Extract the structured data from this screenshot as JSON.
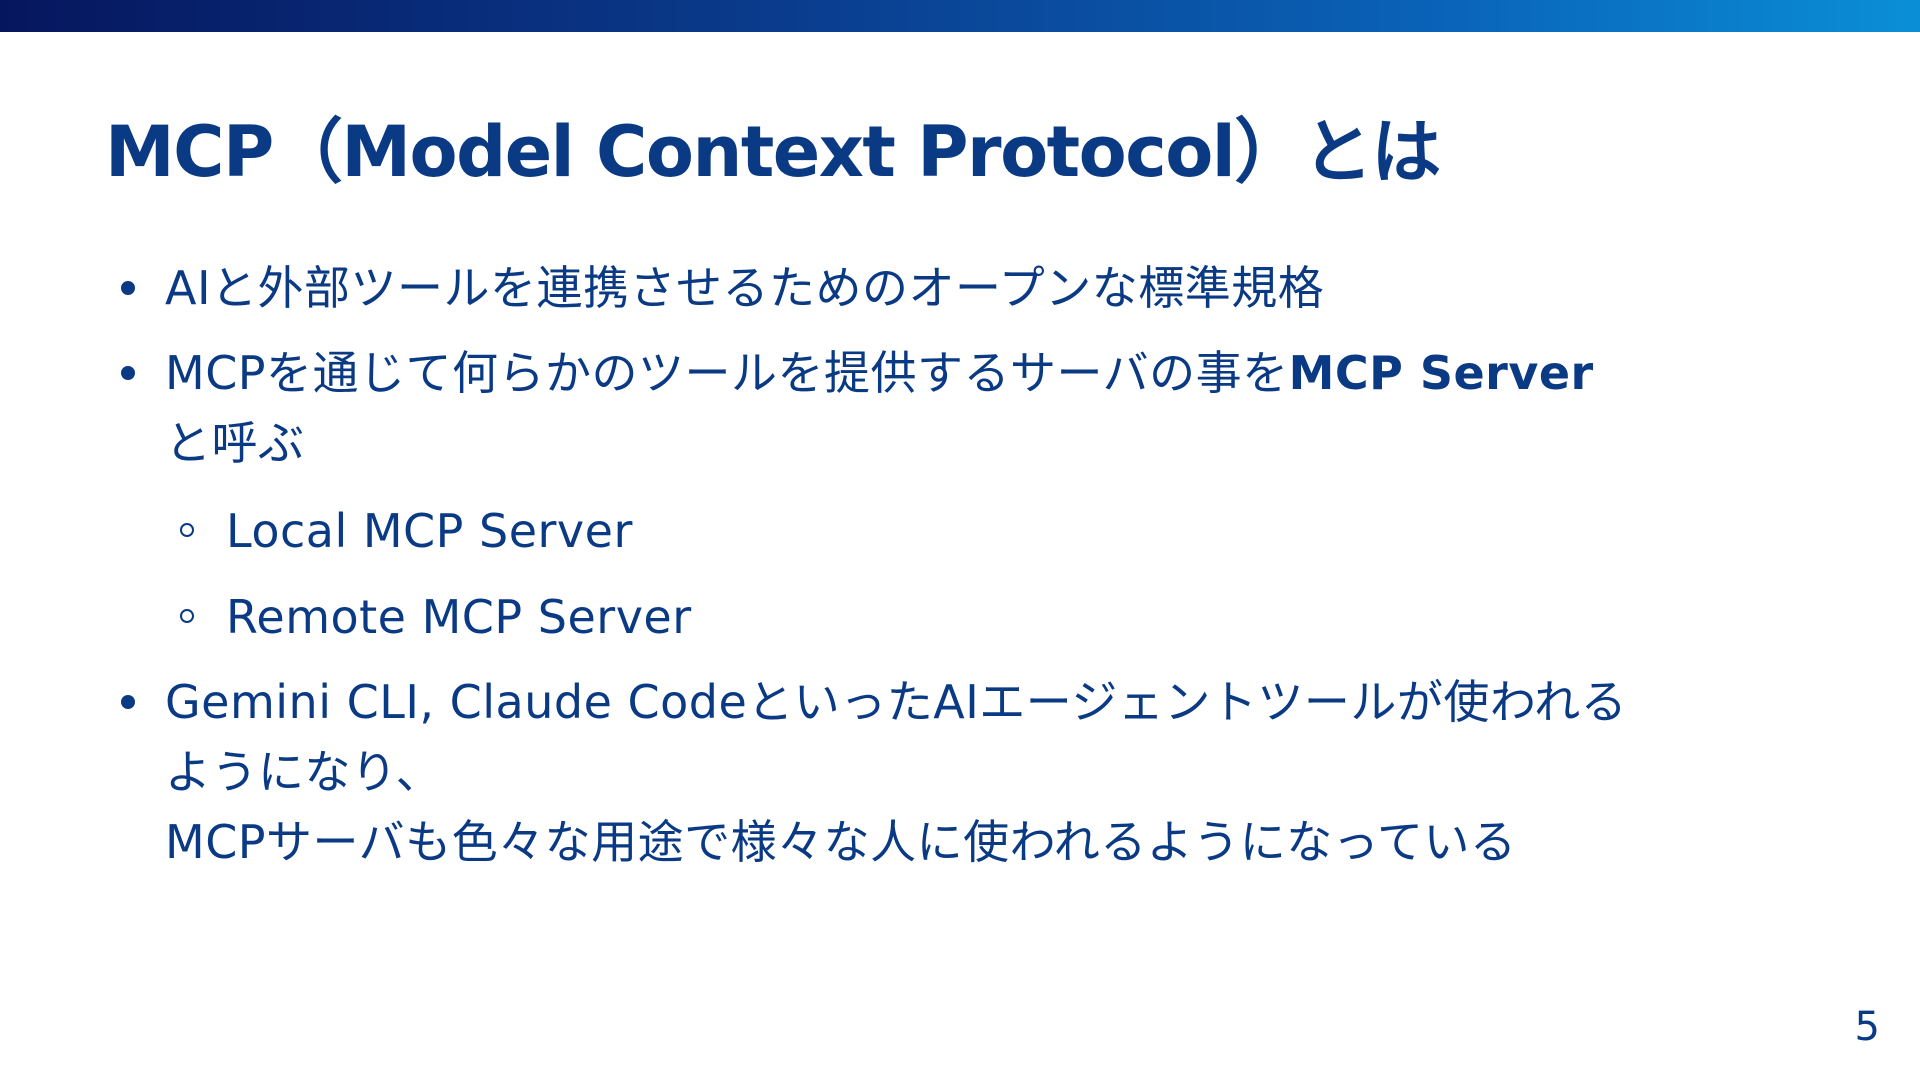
{
  "slide": {
    "title": "MCP（Model Context Protocol）とは",
    "bullets": [
      {
        "line1": "AIと外部ツールを連携させるためのオープンな標準規格"
      },
      {
        "line1_pre": "MCPを通じて何らかのツールを提供するサーバの事を",
        "line1_bold": "MCP Server",
        "line2": "と呼ぶ",
        "sub_items": [
          "Local MCP Server",
          "Remote MCP Server"
        ]
      },
      {
        "line1": "Gemini CLI, Claude CodeといったAIエージェントツールが使われる",
        "line2": "ようになり、",
        "line3": "MCPサーバも色々な用途で様々な人に使われるようになっている"
      }
    ],
    "page_number": "5"
  },
  "colors": {
    "text": "#0b3a85",
    "bar_start": "#06165e",
    "bar_end": "#0a8fd6"
  }
}
